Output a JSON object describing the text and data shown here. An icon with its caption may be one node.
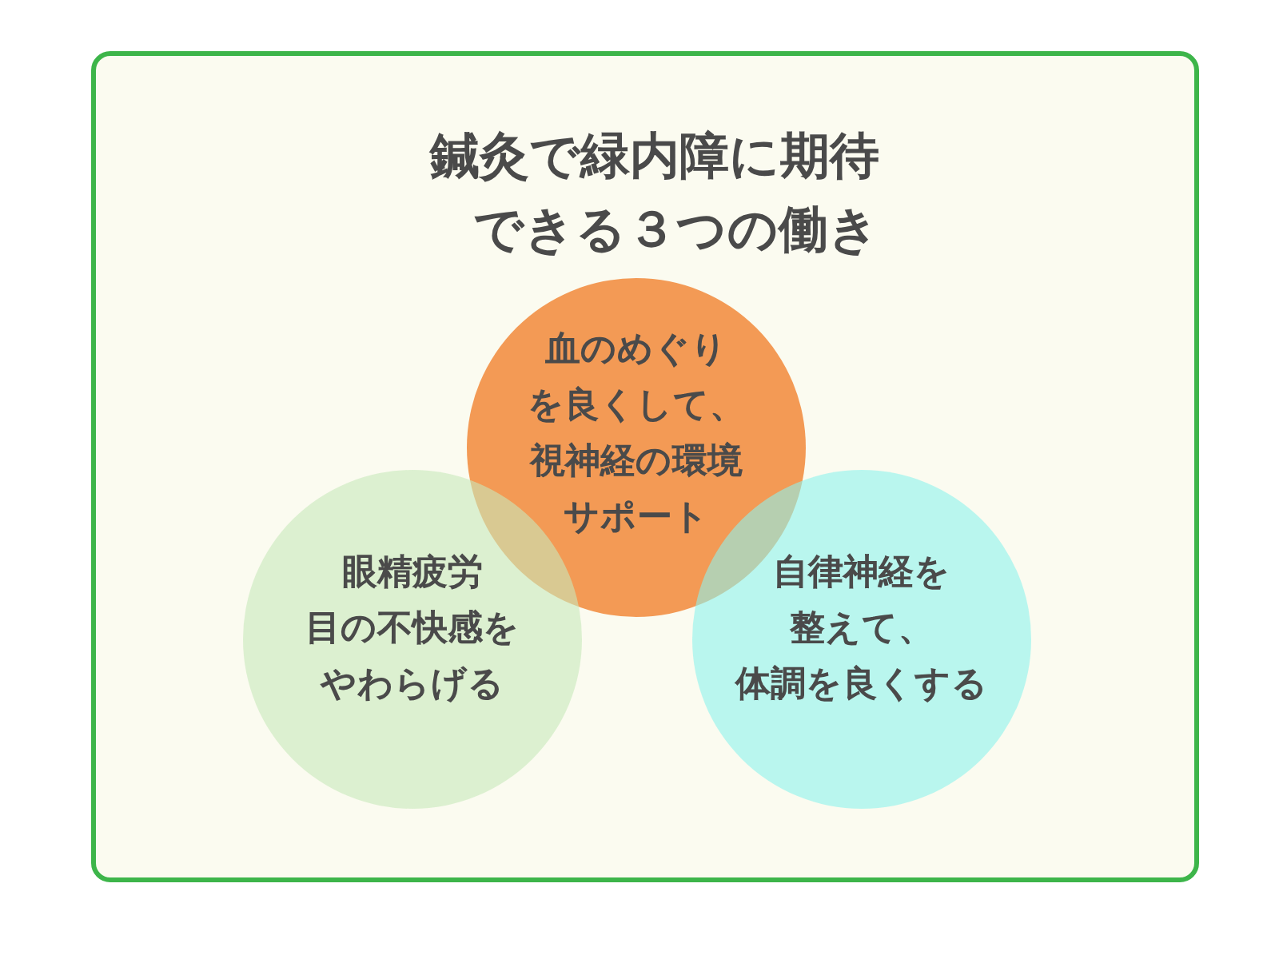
{
  "diagram": {
    "title": "鍼灸で緑内障に期待できる３つの働き",
    "nodes": [
      {
        "text": [
          "血のめぐりを良くして、視神経の環境サポート"
        ]
      },
      {
        "text": [
          "眼精疲労目の不快感をやわらげる"
        ]
      },
      {
        "text": [
          "自律神経を整えて、体調を良くする"
        ]
      }
    ]
  }
}
